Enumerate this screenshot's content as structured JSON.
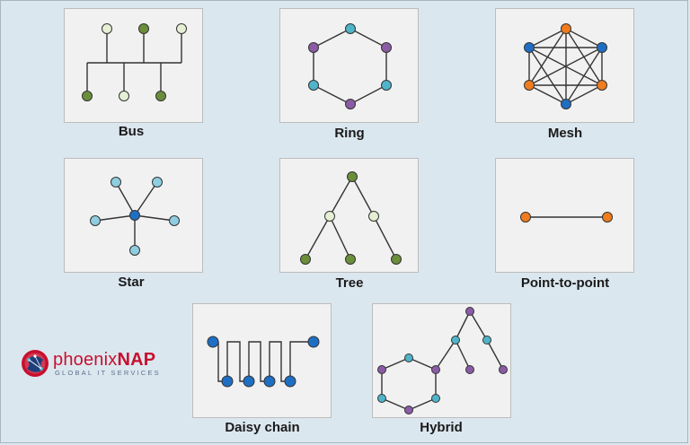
{
  "topologies": {
    "bus": "Bus",
    "ring": "Ring",
    "mesh": "Mesh",
    "star": "Star",
    "tree": "Tree",
    "point_to_point": "Point-to-point",
    "daisy_chain": "Daisy chain",
    "hybrid": "Hybrid"
  },
  "logo": {
    "brand_light": "phoenix",
    "brand_bold": "NAP",
    "tagline": "GLOBAL IT SERVICES",
    "icon": "globe-network-icon"
  },
  "colors": {
    "olive": "#6b8e3a",
    "pale": "#e6efd3",
    "purple": "#8b5ba6",
    "teal": "#4fb4c9",
    "blue": "#1e6fc4",
    "orange": "#f07c1d",
    "light_blue": "#8fcde0",
    "brand_red": "#c8102e"
  }
}
